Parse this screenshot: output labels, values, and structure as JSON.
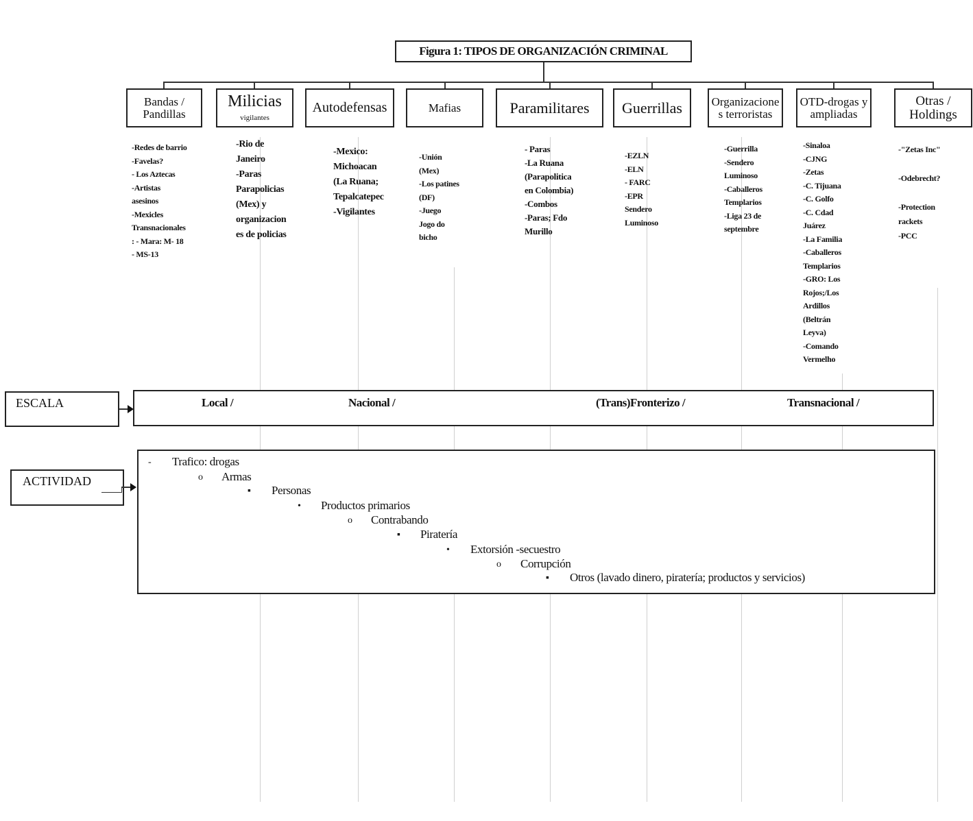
{
  "title": "Figura 1: TIPOS DE ORGANIZACIÓN CRIMINAL",
  "categories": [
    {
      "name": "Bandas /\nPandillas",
      "sub": "",
      "items": "-Redes de barrio\n-Favelas?\n- Los Aztecas\n-Artistas\nasesinos\n-Mexicles\nTransnacionales\n: - Mara: M- 18\n- MS-13"
    },
    {
      "name": "Milicias",
      "sub": "vigilantes",
      "items": "-Rio de\nJaneiro\n-Paras\nParapolicias\n(Mex) y\norganizacion\nes de policias"
    },
    {
      "name": "Autodefensas",
      "sub": "",
      "items": "-Mexico:\nMichoacan\n(La Ruana;\nTepalcatepec\n-Vigilantes"
    },
    {
      "name": "Mafias",
      "sub": "",
      "items": "-Unión\n(Mex)\n-Los patines\n(DF)\n-Juego\nJogo do\nbicho"
    },
    {
      "name": "Paramilitares",
      "sub": "",
      "items": "- Paras\n-La Ruana\n(Parapolitica\nen Colombia)\n-Combos\n-Paras; Fdo\nMurillo"
    },
    {
      "name": "Guerrillas",
      "sub": "",
      "items": "-EZLN\n-ELN\n- FARC\n-EPR\nSendero\nLuminoso"
    },
    {
      "name": "Organizacione\ns terroristas",
      "sub": "",
      "items": "-Guerrilla\n-Sendero\nLuminoso\n-Caballeros\nTemplarios\n-Liga 23 de\nseptembre"
    },
    {
      "name": "OTD-drogas y\nampliadas",
      "sub": "",
      "items": "-Sinaloa\n-CJNG\n-Zetas\n-C. Tijuana\n-C. Golfo\n-C. Cdad\nJuárez\n-La Familia\n-Caballeros\nTemplarios\n-GRO: Los\nRojos;/Los\nArdillos\n(Beltrán\nLeyva)\n-Comando\nVermelho"
    },
    {
      "name": "Otras /\nHoldings",
      "sub": "",
      "items": "-\"Zetas Inc\"\n\n-Odebrecht?\n\n-Protection\nrackets\n-PCC"
    }
  ],
  "escala": {
    "label": "ESCALA",
    "values": [
      "Local /",
      "Nacional /",
      "(Trans)Fronterizo /",
      "Transnacional /"
    ]
  },
  "actividad": {
    "label": "ACTIVIDAD",
    "rows": [
      {
        "bullet": "-",
        "text": "Trafico: drogas"
      },
      {
        "bullet": "o",
        "text": "Armas"
      },
      {
        "bullet": "▪",
        "text": "Personas"
      },
      {
        "bullet": "•",
        "text": "Productos primarios"
      },
      {
        "bullet": "o",
        "text": "Contrabando"
      },
      {
        "bullet": "▪",
        "text": "Piratería"
      },
      {
        "bullet": "•",
        "text": "Extorsión -secuestro"
      },
      {
        "bullet": "o",
        "text": "Corrupción"
      },
      {
        "bullet": "▪",
        "text": "Otros (lavado dinero, piratería; productos y servicios)"
      }
    ]
  }
}
